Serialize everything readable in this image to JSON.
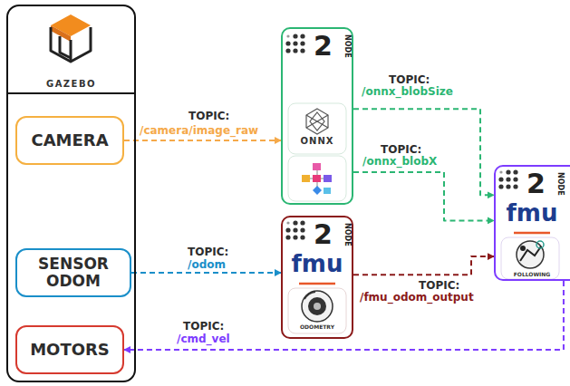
{
  "diagram": {
    "nodes": [
      {
        "text": [
          "GAZEBO"
        ]
      },
      {
        "text": [
          "CAMERA"
        ],
        "in": 0
      },
      {
        "text": [
          "SENSOR ODOM"
        ],
        "in": 0
      },
      {
        "text": [
          "MOTORS"
        ],
        "in": 0
      },
      {
        "text": [
          "2",
          "NODE",
          "ONNX"
        ]
      },
      {
        "text": [
          "2",
          "NODE",
          "fmu",
          "ODOMETRY"
        ]
      },
      {
        "text": [
          "2",
          "NODE",
          "fmu",
          "FOLLOWING"
        ]
      }
    ],
    "edges": [
      {
        "from": 1,
        "to": 4,
        "label": "/camera/image_raw",
        "arrow": "to"
      },
      {
        "from": 4,
        "to": 6,
        "label": "/onnx_blobSize",
        "arrow": "to"
      },
      {
        "from": 4,
        "to": 6,
        "label": "/onnx_blobX",
        "arrow": "to"
      },
      {
        "from": 2,
        "to": 5,
        "label": "/odom",
        "arrow": "to"
      },
      {
        "from": 5,
        "to": 6,
        "label": "/fmu_odom_output",
        "arrow": "to"
      },
      {
        "from": 6,
        "to": 3,
        "label": "/cmd_vel",
        "arrow": "to"
      }
    ],
    "labels": [
      "TOPIC:",
      "TOPIC:",
      "TOPIC:",
      "TOPIC:",
      "TOPIC:",
      "TOPIC:"
    ]
  }
}
